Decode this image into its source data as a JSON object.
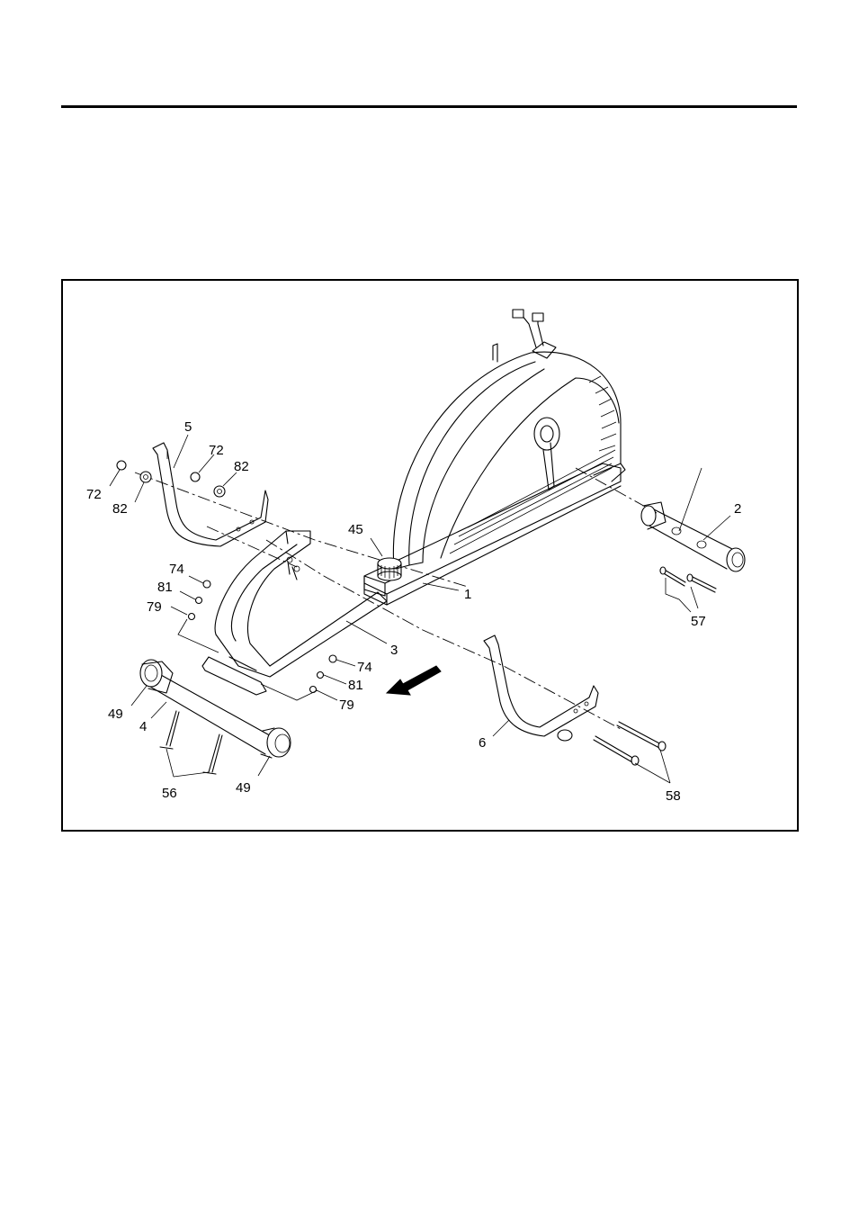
{
  "figure": {
    "callouts": {
      "c5": "5",
      "c72a": "72",
      "c82a": "82",
      "c72b": "72",
      "c82b": "82",
      "c45": "45",
      "c1": "1",
      "c3": "3",
      "c2": "2",
      "c57": "57",
      "c74a": "74",
      "c81a": "81",
      "c79a": "79",
      "c74b": "74",
      "c81b": "81",
      "c79b": "79",
      "c49a": "49",
      "c4": "4",
      "c49b": "49",
      "c56": "56",
      "c6": "6",
      "c58": "58"
    }
  }
}
